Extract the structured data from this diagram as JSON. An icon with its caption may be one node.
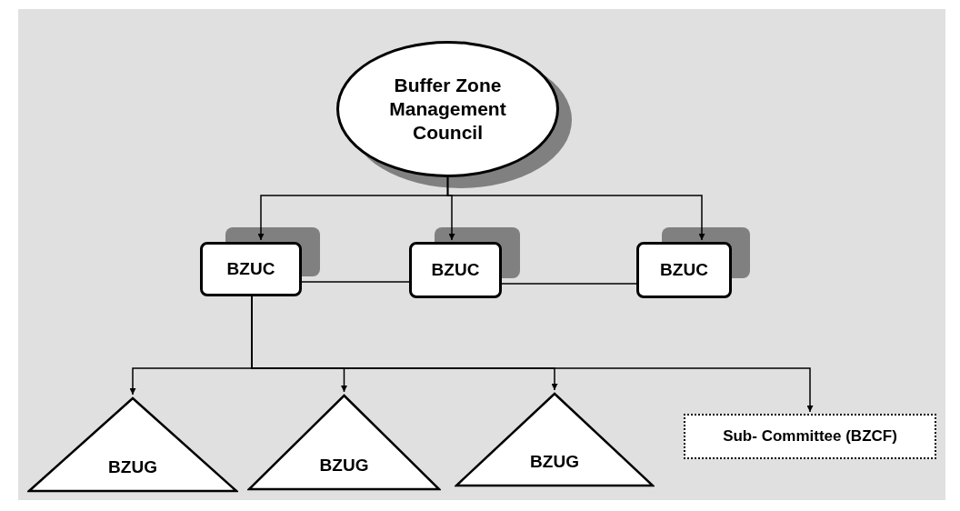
{
  "diagram": {
    "nodes": [
      {
        "text": [
          "Buffer Zone Management Council"
        ]
      },
      {
        "text": [
          "BZUC"
        ]
      },
      {
        "text": [
          "BZUC"
        ]
      },
      {
        "text": [
          "BZUC"
        ]
      },
      {
        "text": [
          "BZUG"
        ]
      },
      {
        "text": [
          "BZUG"
        ]
      },
      {
        "text": [
          "BZUG"
        ]
      },
      {
        "text": [
          "Sub- Committee (BZCF)"
        ]
      }
    ],
    "edges": [
      {
        "from": 0,
        "to": 1,
        "arrow": "to"
      },
      {
        "from": 0,
        "to": 2,
        "arrow": "to"
      },
      {
        "from": 0,
        "to": 3,
        "arrow": "to"
      },
      {
        "from": 1,
        "to": 2,
        "arrow": "none"
      },
      {
        "from": 2,
        "to": 3,
        "arrow": "none"
      },
      {
        "from": 1,
        "to": 4,
        "arrow": "to"
      },
      {
        "from": 1,
        "to": 5,
        "arrow": "to"
      },
      {
        "from": 1,
        "to": 6,
        "arrow": "to"
      },
      {
        "from": 1,
        "to": 7,
        "arrow": "to"
      }
    ]
  }
}
